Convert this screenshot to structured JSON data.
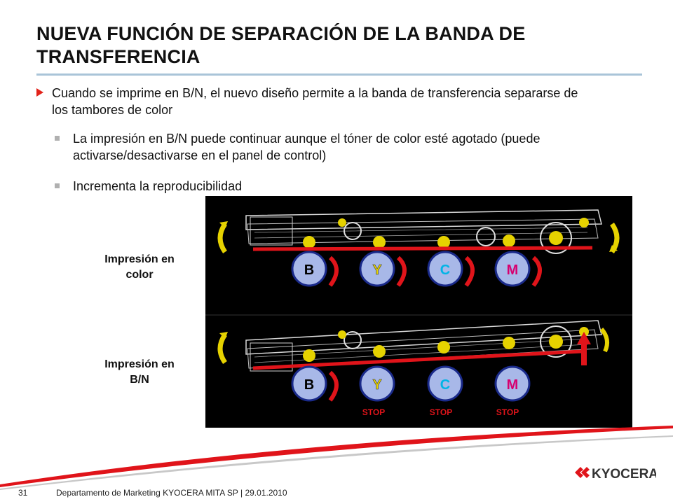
{
  "slide": {
    "title": "NUEVA FUNCIÓN DE SEPARACIÓN DE LA BANDA DE TRANSFERENCIA",
    "bullet_main": "Cuando se imprime en B/N, el nuevo diseño permite a la banda de transferencia separarse de los tambores de color",
    "sub_bullets": [
      "La impresión en B/N puede continuar aunque el tóner de color esté agotado (puede activarse/desactivarse en el panel de control)",
      "Incrementa la reproducibilidad"
    ]
  },
  "diagram": {
    "color_label": "Impresión en color",
    "bn_label": "Impresión en B/N",
    "drums": [
      "B",
      "Y",
      "C",
      "M"
    ],
    "stop_label": "STOP",
    "colors": {
      "belt": "#e0141a",
      "drum": "#a8b8e8",
      "drum_edge": "#1a2a8a",
      "gear": "#e6d200",
      "panel": "#000000"
    }
  },
  "footer": {
    "page_number": "31",
    "text": "Departamento de Marketing KYOCERA MITA SP | 29.01.2010",
    "logo": "KYOCERA"
  }
}
